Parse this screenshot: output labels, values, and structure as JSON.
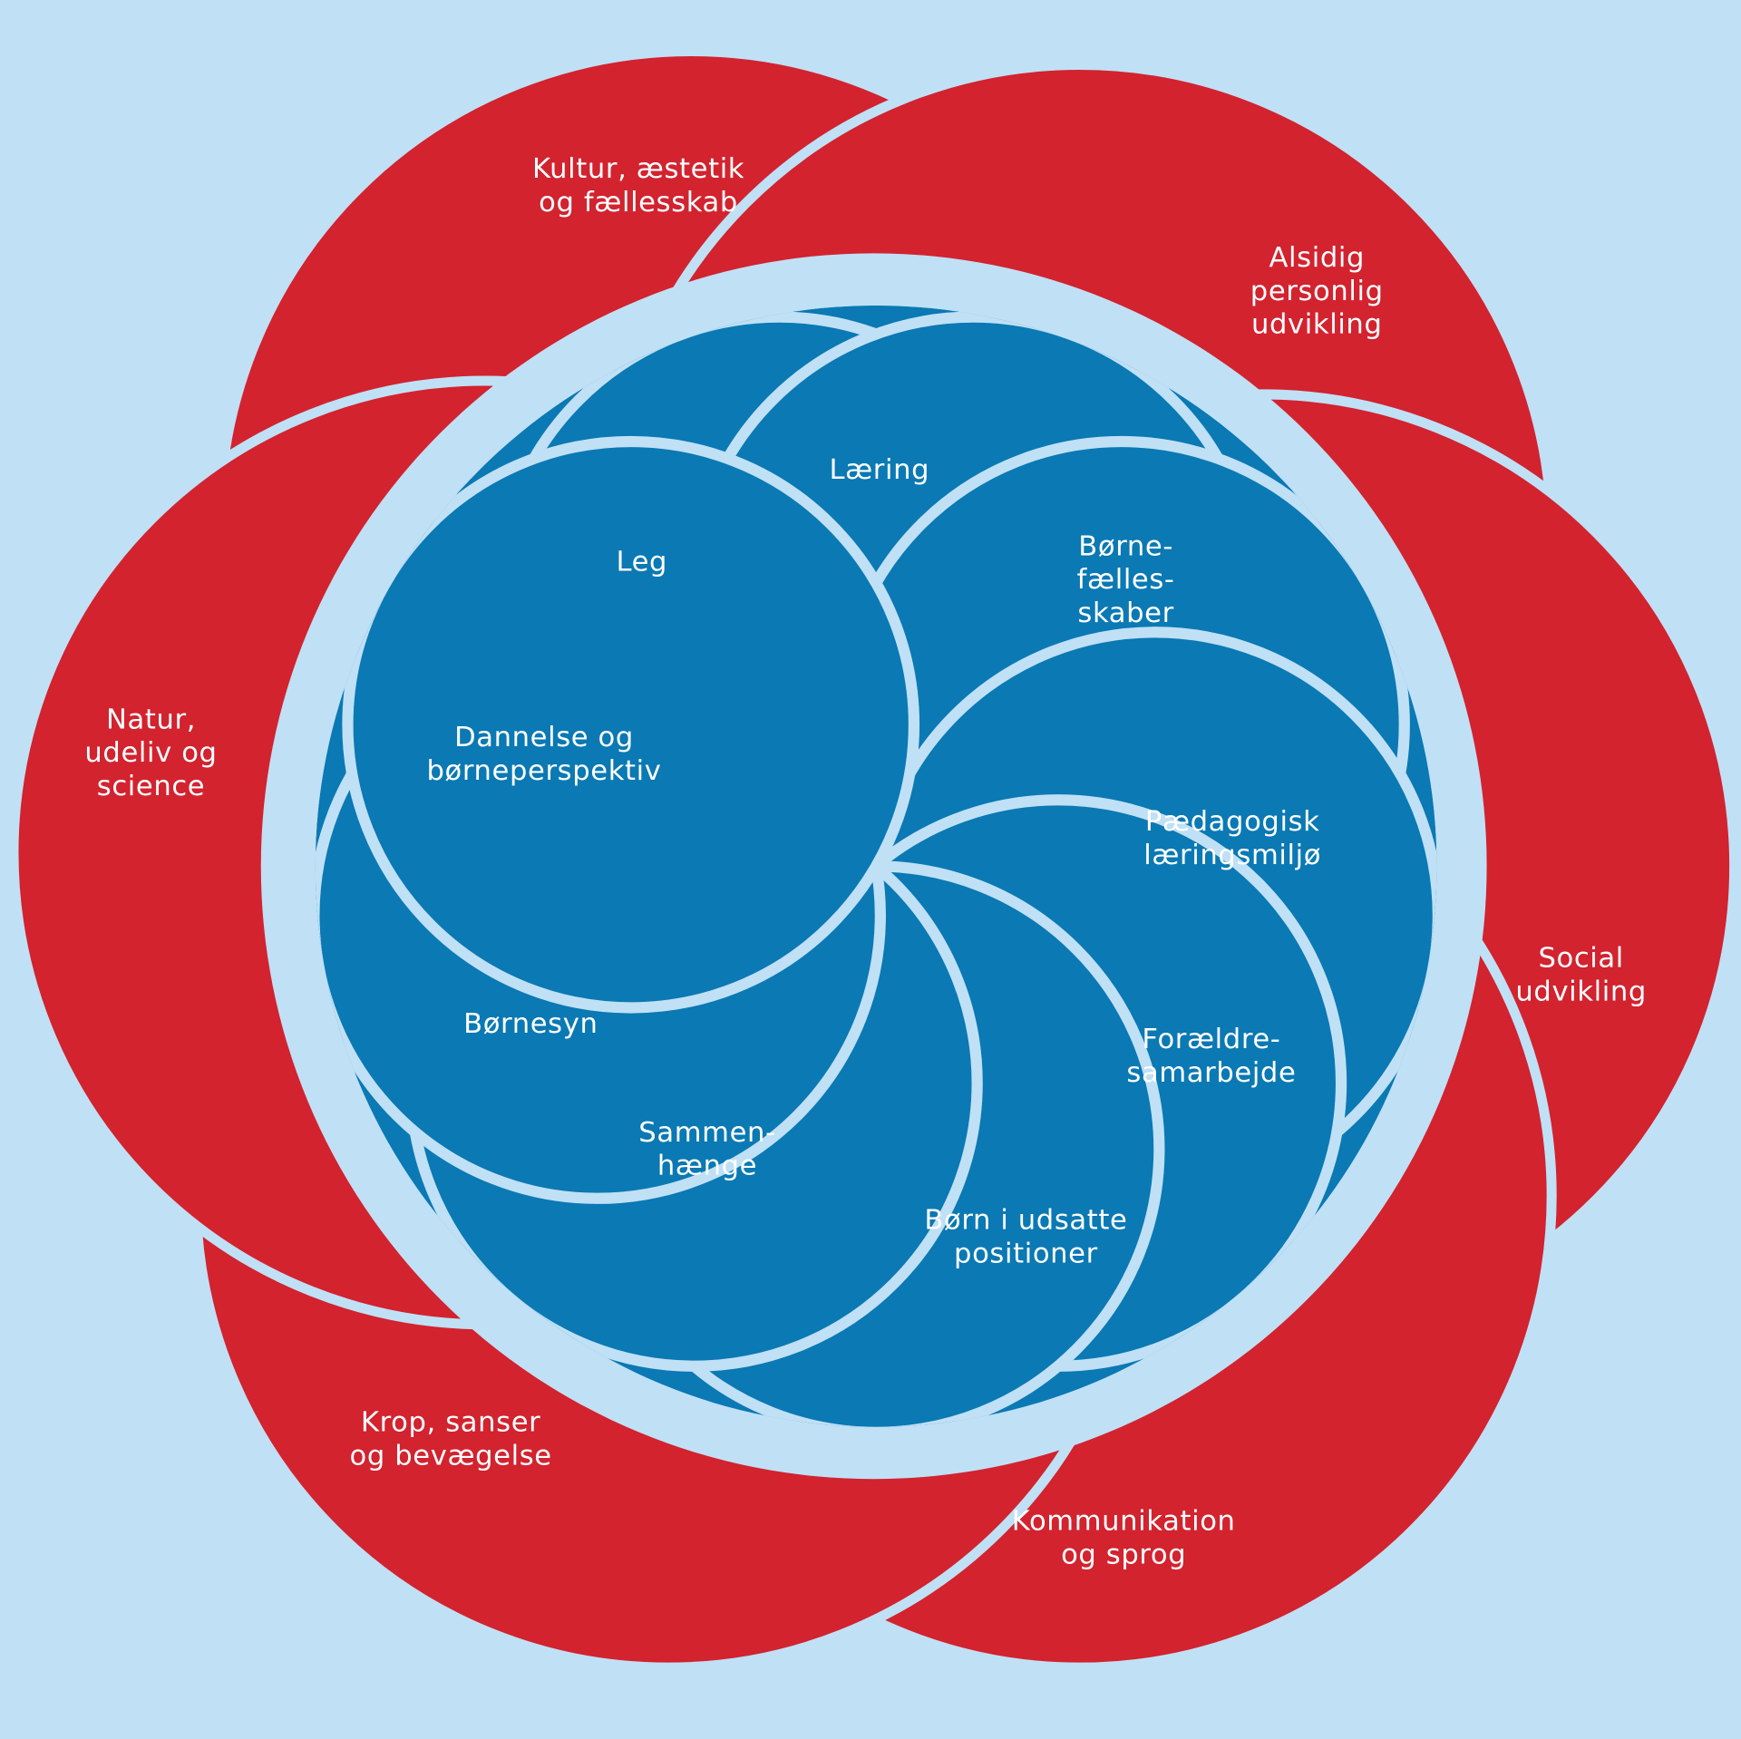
{
  "colors": {
    "background": "#c0e0f5",
    "outer_petal": "#d2232f",
    "inner_petal": "#0a79b4",
    "divider": "#c0e0f5"
  },
  "outer_labels": [
    {
      "lines": [
        "Kultur, æstetik",
        "og fællesskab"
      ]
    },
    {
      "lines": [
        "Alsidig",
        "personlig",
        "udvikling"
      ]
    },
    {
      "lines": [
        "Social",
        "udvikling"
      ]
    },
    {
      "lines": [
        "Kommunikation",
        "og sprog"
      ]
    },
    {
      "lines": [
        "Krop, sanser",
        "og bevægelse"
      ]
    },
    {
      "lines": [
        "Natur,",
        "udeliv og",
        "science"
      ]
    }
  ],
  "inner_labels": [
    {
      "lines": [
        "Læring"
      ]
    },
    {
      "lines": [
        "Børne-",
        "fælles-",
        "skaber"
      ]
    },
    {
      "lines": [
        "Pædagogisk",
        "læringsmiljø"
      ]
    },
    {
      "lines": [
        "Forældre-",
        "samarbejde"
      ]
    },
    {
      "lines": [
        "Børn i udsatte",
        "positioner"
      ]
    },
    {
      "lines": [
        "Sammen-",
        "hænge"
      ]
    },
    {
      "lines": [
        "Børnesyn"
      ]
    },
    {
      "lines": [
        "Dannelse og",
        "børneperspektiv"
      ]
    },
    {
      "lines": [
        "Leg"
      ]
    }
  ]
}
